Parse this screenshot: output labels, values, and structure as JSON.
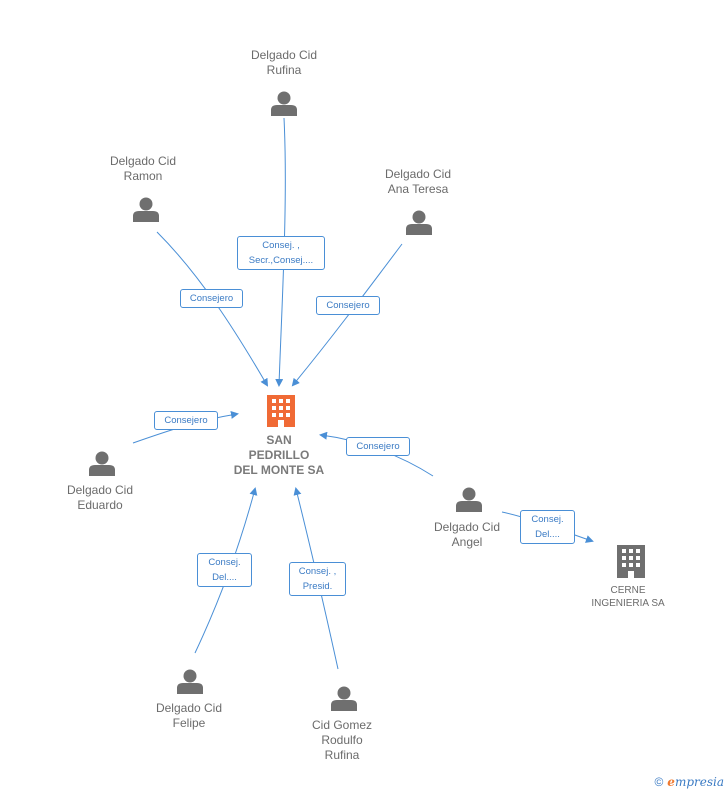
{
  "center": {
    "name": "SAN\nPEDRILLO\nDEL MONTE SA",
    "color": "#f06a35"
  },
  "persons": [
    {
      "id": "rufina",
      "name": "Delgado Cid\nRufina"
    },
    {
      "id": "ramon",
      "name": "Delgado Cid\nRamon"
    },
    {
      "id": "ana",
      "name": "Delgado Cid\nAna Teresa"
    },
    {
      "id": "eduardo",
      "name": "Delgado Cid\nEduardo"
    },
    {
      "id": "angel",
      "name": "Delgado Cid\nAngel"
    },
    {
      "id": "felipe",
      "name": "Delgado Cid\nFelipe"
    },
    {
      "id": "rodulfo",
      "name": "Cid Gomez\nRodulfo\nRufina"
    }
  ],
  "companies": [
    {
      "id": "cerne",
      "name": "CERNE\nINGENIERIA SA"
    }
  ],
  "edges": [
    {
      "id": "rufina",
      "label": "Consej. ,\nSecr.,Consej...."
    },
    {
      "id": "ramon",
      "label": "Consejero"
    },
    {
      "id": "ana",
      "label": "Consejero"
    },
    {
      "id": "eduardo",
      "label": "Consejero"
    },
    {
      "id": "angel",
      "label": "Consejero"
    },
    {
      "id": "angel-cerne",
      "label": "Consej.\nDel...."
    },
    {
      "id": "felipe",
      "label": "Consej.\nDel...."
    },
    {
      "id": "rodulfo",
      "label": "Consej. ,\nPresid."
    }
  ],
  "footer": {
    "copyright": "©",
    "brand_initial": "e",
    "brand_rest": "mpresia"
  },
  "colors": {
    "edge": "#4a8fd6",
    "person_icon": "#6f6f6f",
    "company_icon": "#6f6f6f",
    "center_icon": "#f06a35"
  }
}
